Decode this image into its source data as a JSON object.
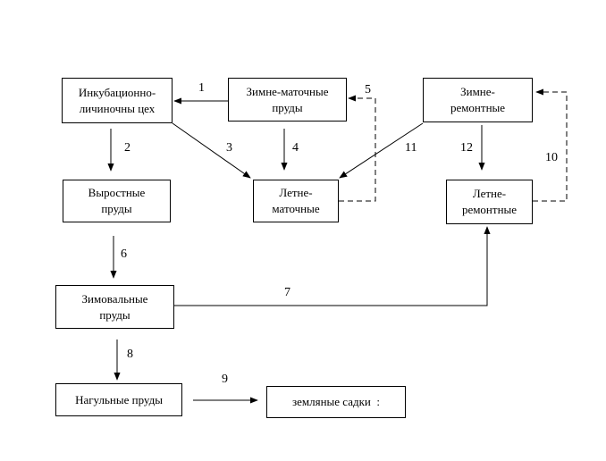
{
  "boxes": {
    "incubation": "Инкубационно-\nличиночны цех",
    "winter_brood": "Зимне-маточные\nпруды",
    "winter_repair": "Зимне-\nремонтные",
    "growing": "Выростные\nпруды",
    "summer_brood": "Летне-\nматочные",
    "summer_repair": "Летне-\nремонтные",
    "wintering": "Зимовальные\nпруды",
    "feeding": "Нагульные пруды",
    "earth_cages": "земляные садки  :"
  },
  "arrow_labels": [
    "1",
    "2",
    "3",
    "4",
    "5",
    "6",
    "7",
    "8",
    "9",
    "10",
    "11",
    "12"
  ],
  "colors": {
    "line": "#000000",
    "box_fill": "#ffffff"
  }
}
